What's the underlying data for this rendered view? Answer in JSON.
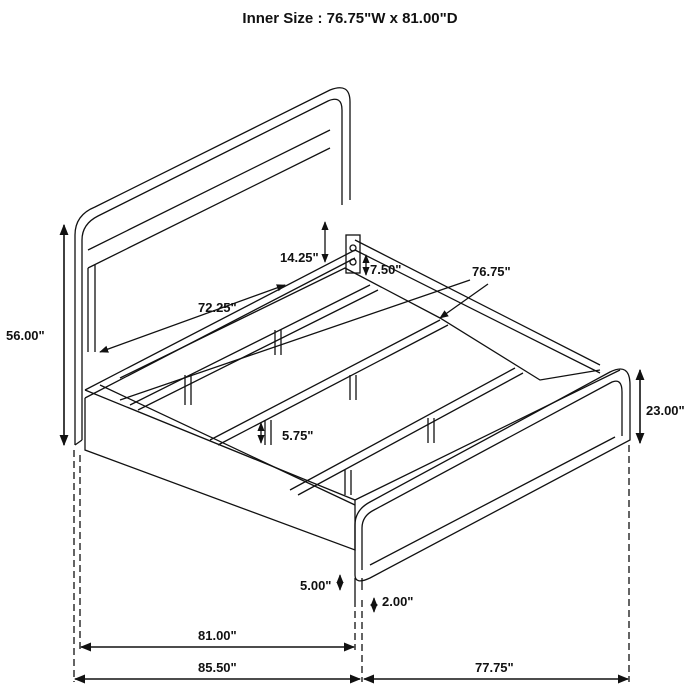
{
  "title": "Inner Size : 76.75\"W x 81.00\"D",
  "dimensions": {
    "headboard_height": "56.00\"",
    "headboard_panel": "14.25\"",
    "rail_bracket": "7.50\"",
    "inner_width": "76.75\"",
    "headboard_width": "72.25\"",
    "footboard_height": "23.00\"",
    "slat_leg": "5.75\"",
    "rail_clearance": "5.00\"",
    "foot_clearance": "2.00\"",
    "inner_length": "81.00\"",
    "overall_length": "85.50\"",
    "overall_width": "77.75\""
  },
  "colors": {
    "line": "#111111",
    "background": "#ffffff"
  }
}
